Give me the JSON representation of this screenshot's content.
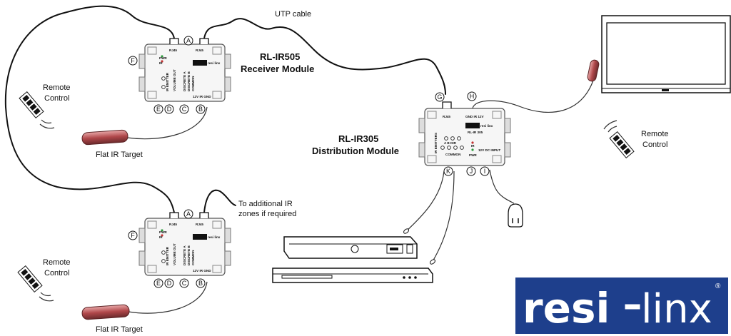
{
  "cable_label": "UTP cable",
  "modules": {
    "receiver": {
      "model": "RL-IR505",
      "name": "Receiver Module"
    },
    "distribution": {
      "model": "RL-IR305",
      "name": "Distribution Module"
    }
  },
  "labels": {
    "remote_control_1": [
      "Remote",
      "Control"
    ],
    "remote_control_2": [
      "Remote",
      "Control"
    ],
    "remote_control_3": [
      "Remote",
      "Control"
    ],
    "flat_ir_target_1": "Flat IR Target",
    "flat_ir_target_2": "Flat IR Target",
    "additional_zones": [
      "To additional IR",
      "zones if required"
    ]
  },
  "callouts": {
    "A": "A",
    "B": "B",
    "C": "C",
    "D": "D",
    "E": "E",
    "F": "F",
    "G": "G",
    "H": "H",
    "I": "I",
    "J": "J",
    "K": "K"
  },
  "receiver_box_text": {
    "rj45_a": "RJ45",
    "rj45_b": "RJ45",
    "pwr": "PWR",
    "ir": "IR",
    "emitter": "IR EMITTER",
    "volume": "VOLUME OUT",
    "discrete_a": "DISCRETE A",
    "discrete_b": "DISCRETE B",
    "common": "COMMON",
    "power_in": "12V IR GND",
    "brand": "resi linx"
  },
  "distribution_box_text": {
    "rj45": "RJ45",
    "pins": "GND IR 12V",
    "brand": "resi linx",
    "model": "RL-IR 305",
    "emitters": "IR EMITTERS",
    "ports": "A B DIR",
    "common": "COMMON",
    "pwr": "PWR",
    "ir": "IR",
    "dc_input": "12V DC INPUT"
  },
  "logo": {
    "part1": "resi",
    "part2": "linx",
    "registered": "®"
  },
  "colors": {
    "logo_blue": "#1e3f8c",
    "ir_target_red": "#b0474a",
    "led_green": "#2a9a3a",
    "led_red": "#c23030"
  }
}
